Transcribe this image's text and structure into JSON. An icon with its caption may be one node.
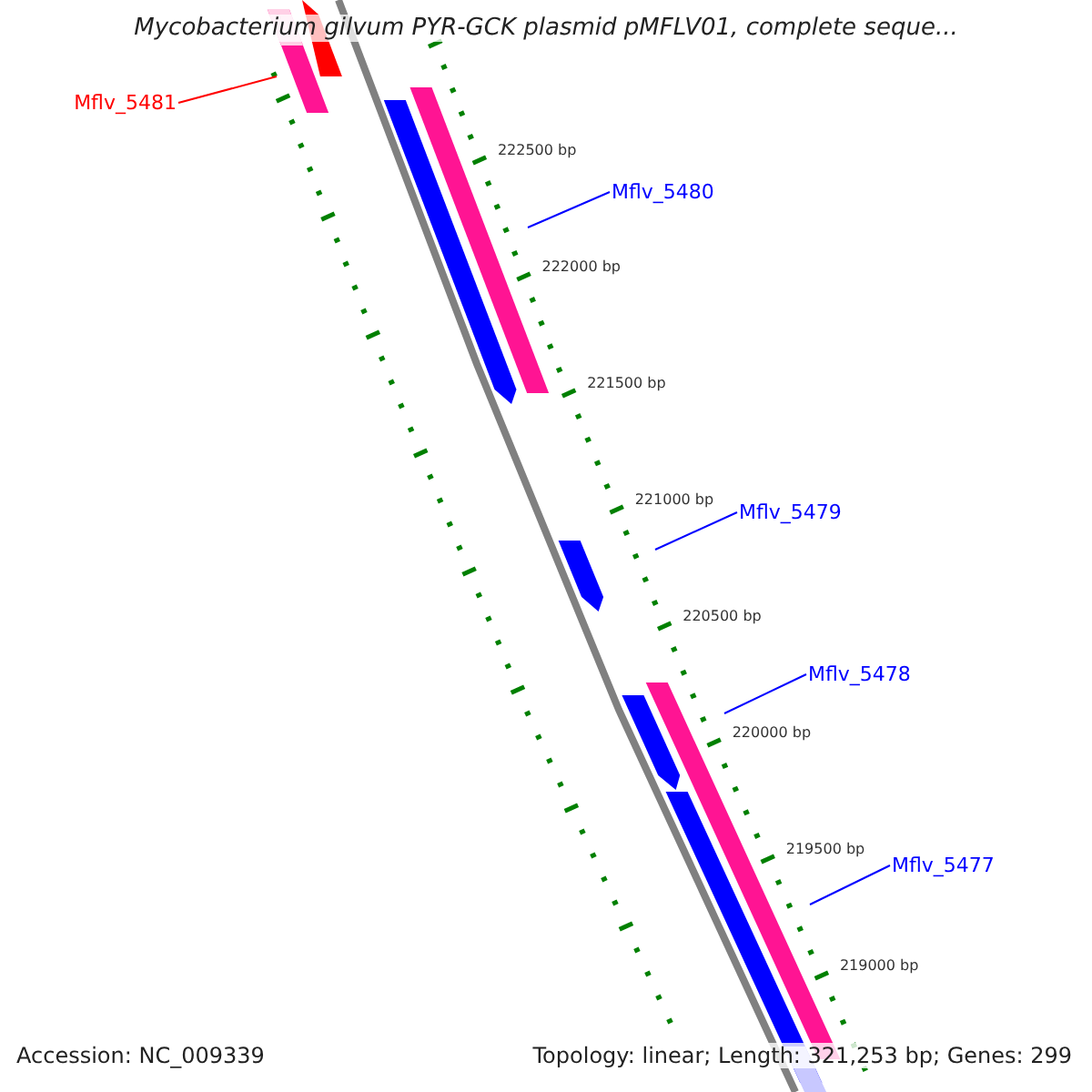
{
  "diagram": {
    "title": "Mycobacterium gilvum PYR-GCK plasmid pMFLV01, complete seque...",
    "nodes": [
      {
        "text": [
          "Mflv_5481"
        ]
      },
      {
        "text": [
          "Mflv_5480"
        ]
      },
      {
        "text": [
          "Mflv_5479"
        ]
      },
      {
        "text": [
          "Mflv_5478"
        ]
      },
      {
        "text": [
          "Mflv_5477"
        ]
      }
    ],
    "edges": [
      {
        "from": 0,
        "to": null,
        "arrow": "none",
        "color": "#ff0000"
      },
      {
        "from": 1,
        "to": null,
        "arrow": "none"
      },
      {
        "from": 2,
        "to": null,
        "arrow": "none"
      },
      {
        "from": 3,
        "to": null,
        "arrow": "none"
      },
      {
        "from": 4,
        "to": null,
        "arrow": "none"
      }
    ],
    "labels": [
      "222500 bp",
      "222000 bp",
      "221500 bp",
      "221000 bp",
      "220500 bp",
      "220000 bp",
      "219500 bp",
      "219000 bp",
      "Accession: NC_009339",
      "Topology: linear; Length: 321,253 bp; Genes: 299"
    ]
  }
}
